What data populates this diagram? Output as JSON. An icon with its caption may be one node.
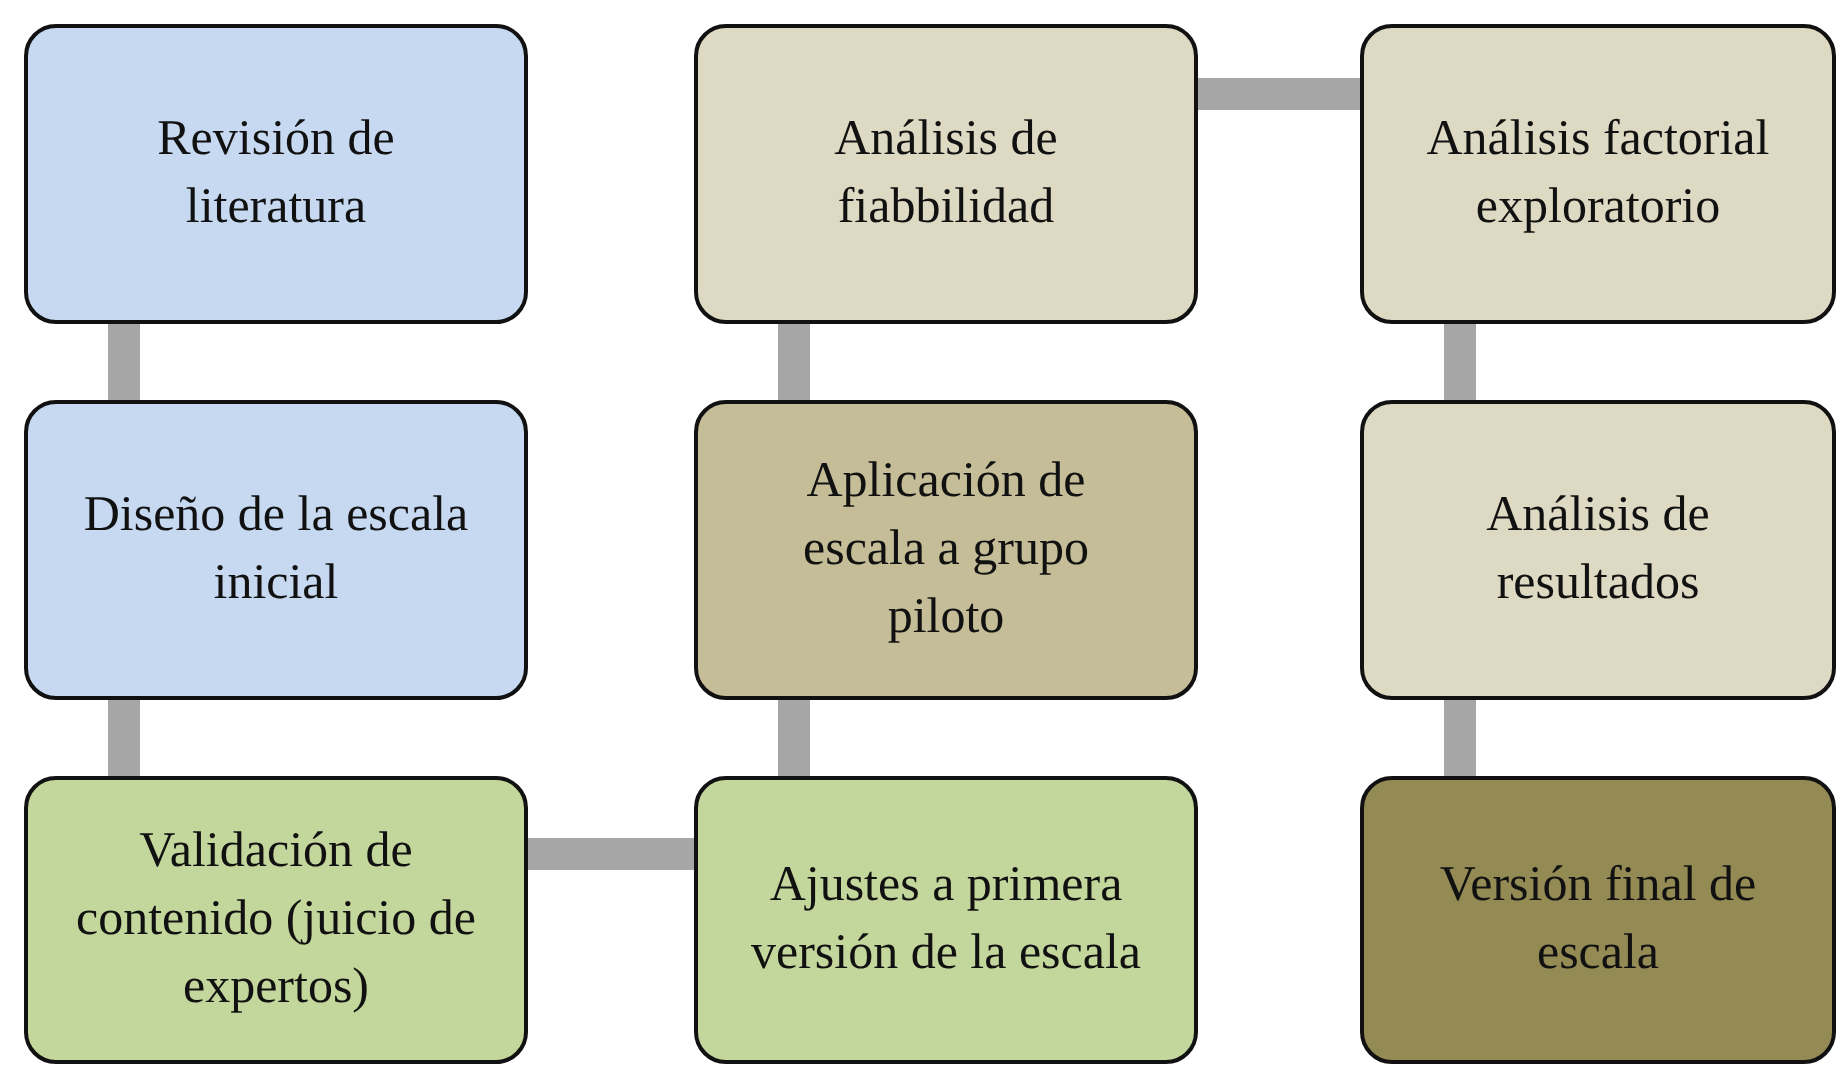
{
  "diagram": {
    "nodes": [
      {
        "text": [
          "Revisión de literatura"
        ]
      },
      {
        "text": [
          "Diseño de la escala inicial"
        ]
      },
      {
        "text": [
          "Validación de contenido (juicio de expertos)"
        ]
      },
      {
        "text": [
          "Ajustes a primera versión de la escala"
        ]
      },
      {
        "text": [
          "Aplicación de escala a grupo piloto"
        ]
      },
      {
        "text": [
          "Análisis de fiabbilidad"
        ]
      },
      {
        "text": [
          "Análisis factorial exploratorio"
        ]
      },
      {
        "text": [
          "Análisis de resultados"
        ]
      },
      {
        "text": [
          "Versión final de escala"
        ]
      }
    ],
    "edges": [
      {
        "from": 0,
        "to": 1,
        "arrow": "none"
      },
      {
        "from": 1,
        "to": 2,
        "arrow": "none"
      },
      {
        "from": 2,
        "to": 3,
        "arrow": "none"
      },
      {
        "from": 3,
        "to": 4,
        "arrow": "none"
      },
      {
        "from": 4,
        "to": 5,
        "arrow": "none"
      },
      {
        "from": 5,
        "to": 6,
        "arrow": "none"
      },
      {
        "from": 6,
        "to": 7,
        "arrow": "none"
      },
      {
        "from": 7,
        "to": 8,
        "arrow": "none"
      }
    ]
  }
}
